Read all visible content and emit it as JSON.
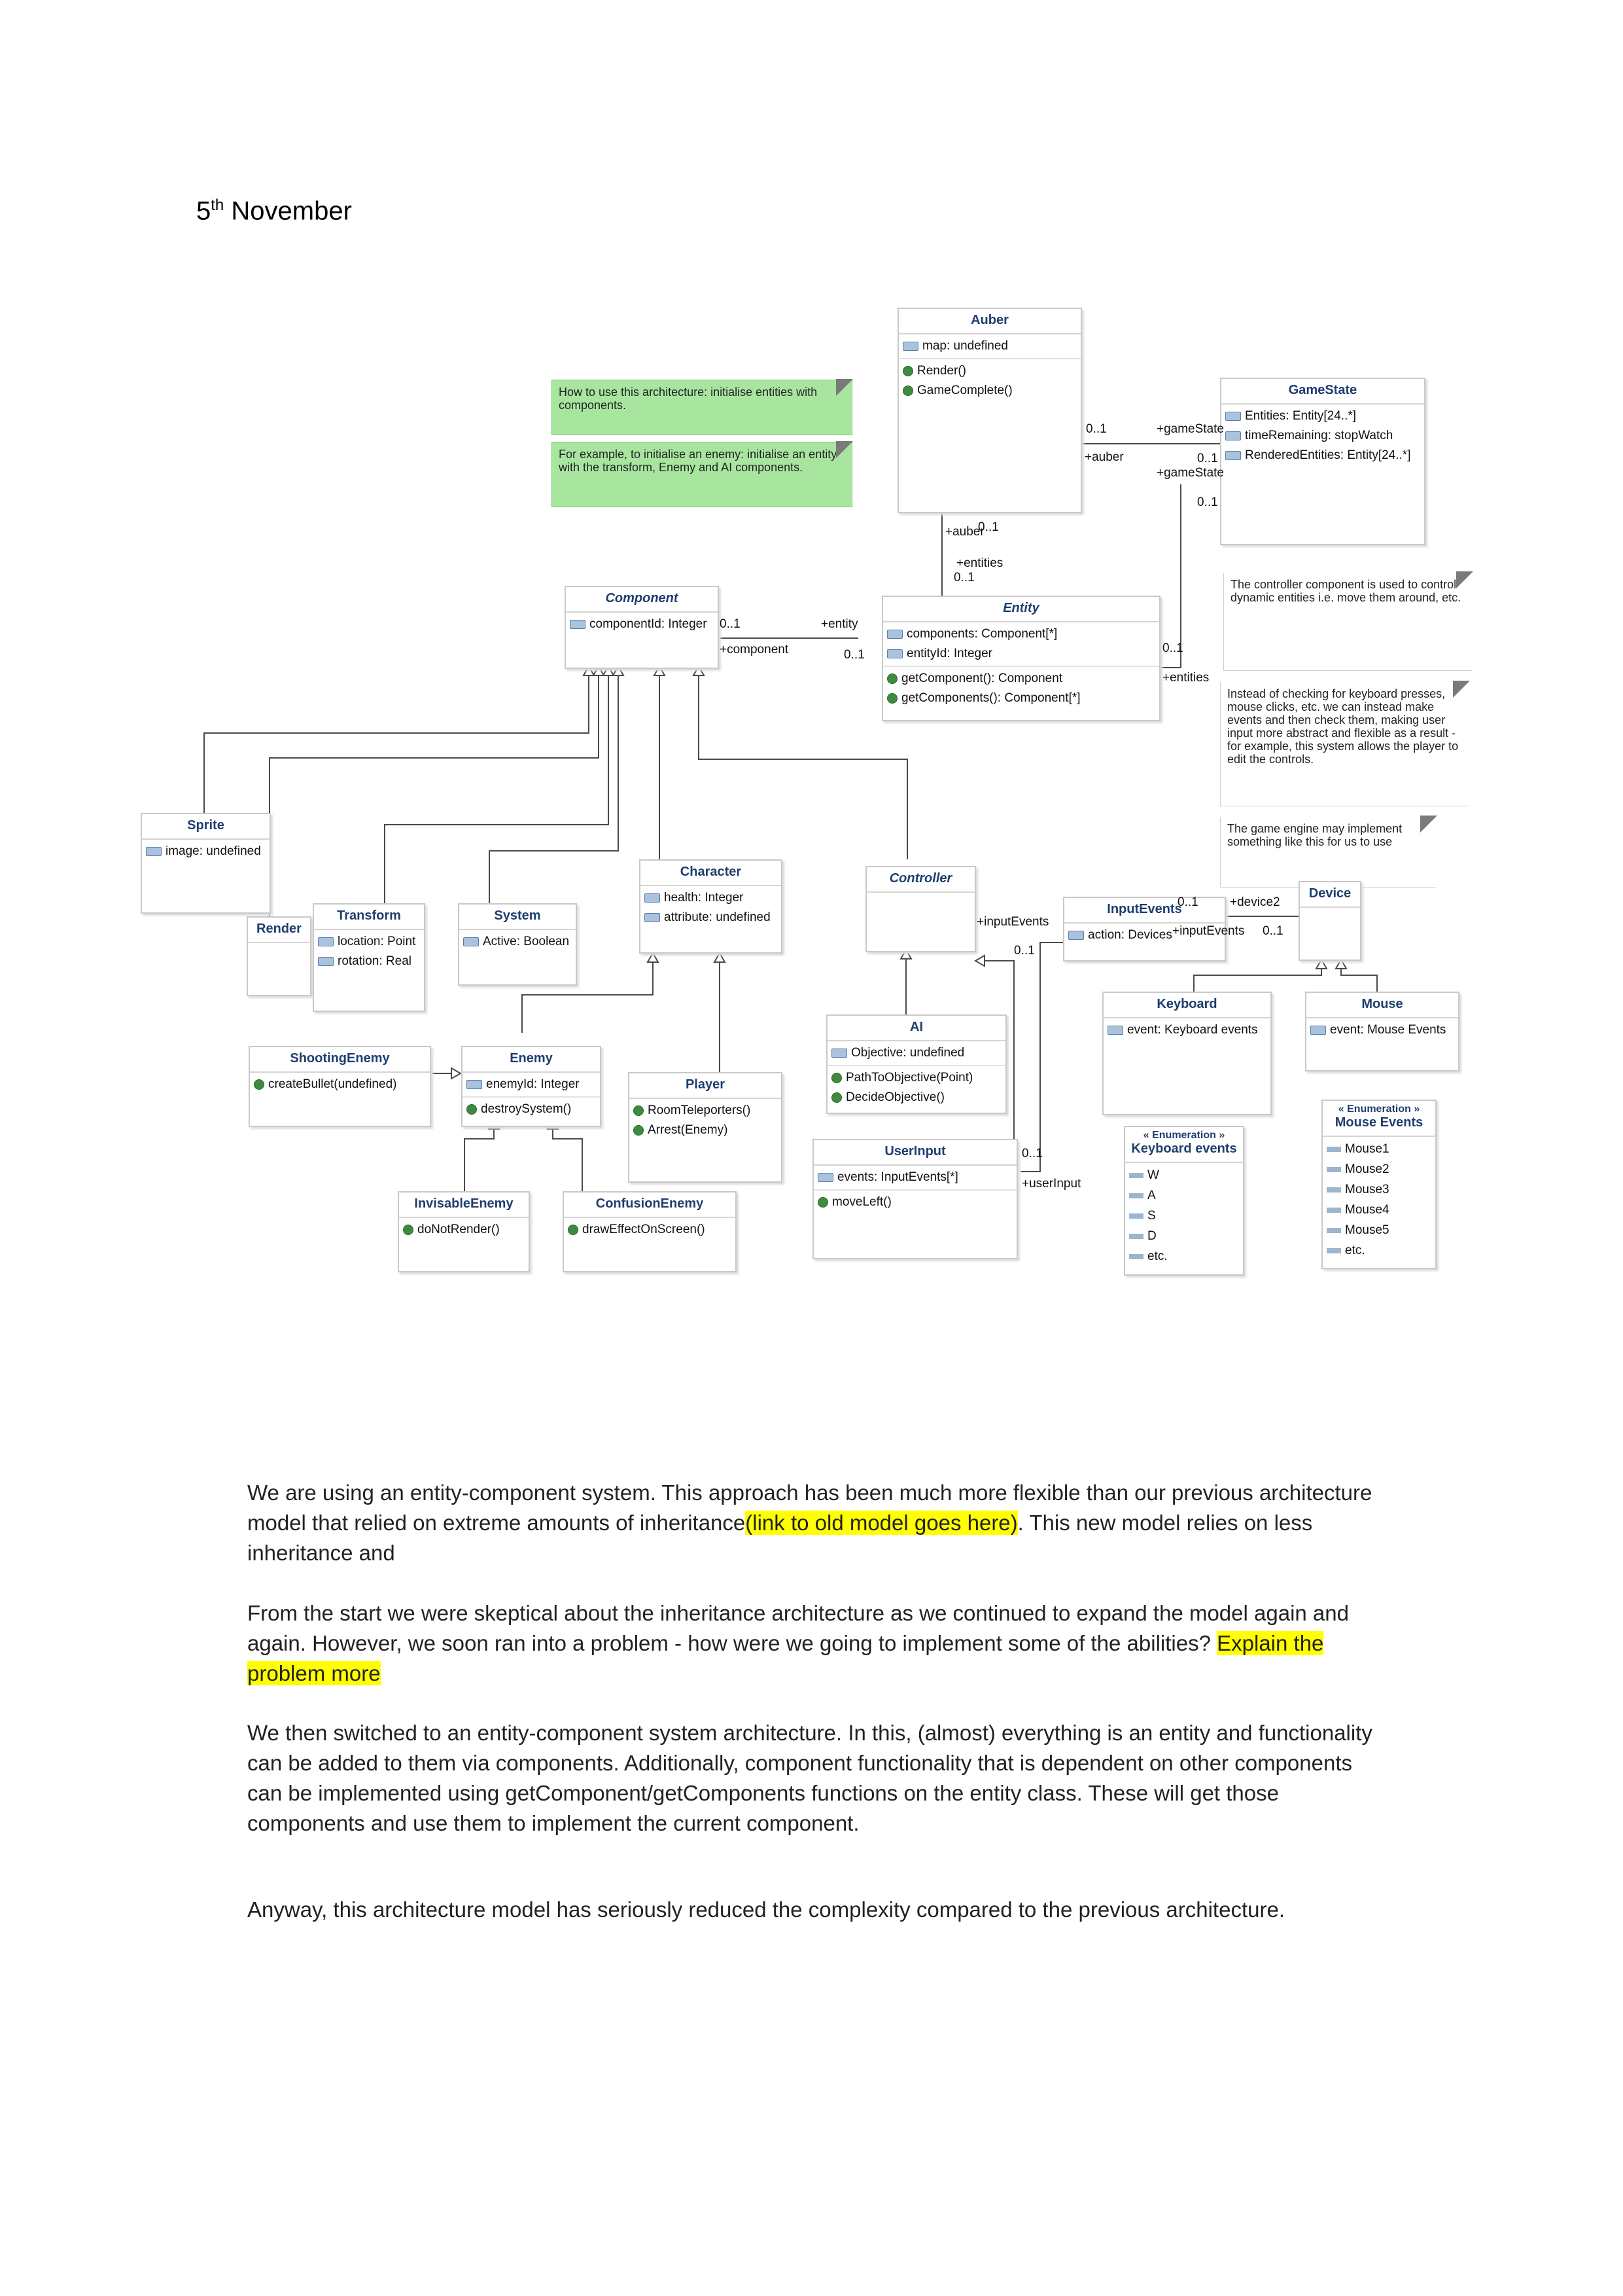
{
  "date": {
    "day": "5",
    "suffix": "th",
    "month": "November"
  },
  "diagram": {
    "classes": {
      "auber": {
        "name": "Auber",
        "attrs": [
          "map: undefined"
        ],
        "ops": [
          "Render()",
          "GameComplete()"
        ]
      },
      "gamestate": {
        "name": "GameState",
        "attrs": [
          "Entities: Entity[24..*]",
          "timeRemaining: stopWatch",
          "RenderedEntities: Entity[24..*]"
        ]
      },
      "component": {
        "name": "Component",
        "attrs": [
          "componentId: Integer"
        ]
      },
      "entity": {
        "name": "Entity",
        "attrs": [
          "components: Component[*]",
          "entityId: Integer"
        ],
        "ops": [
          "getComponent(): Component",
          "getComponents(): Component[*]"
        ]
      },
      "sprite": {
        "name": "Sprite",
        "attrs": [
          "image: undefined"
        ]
      },
      "render": {
        "name": "Render"
      },
      "transform": {
        "name": "Transform",
        "attrs": [
          "location: Point",
          "rotation: Real"
        ]
      },
      "system": {
        "name": "System",
        "attrs": [
          "Active: Boolean"
        ]
      },
      "character": {
        "name": "Character",
        "attrs": [
          "health: Integer",
          "attribute: undefined"
        ]
      },
      "controller": {
        "name": "Controller"
      },
      "inputevents": {
        "name": "InputEvents",
        "attrs": [
          "action: Devices"
        ]
      },
      "device": {
        "name": "Device"
      },
      "keyboard": {
        "name": "Keyboard",
        "attrs": [
          "event: Keyboard events"
        ]
      },
      "mouse": {
        "name": "Mouse",
        "attrs": [
          "event: Mouse Events"
        ]
      },
      "shootingenemy": {
        "name": "ShootingEnemy",
        "ops": [
          "createBullet(undefined)"
        ]
      },
      "enemy": {
        "name": "Enemy",
        "attrs": [
          "enemyId: Integer"
        ],
        "ops": [
          "destroySystem()"
        ]
      },
      "player": {
        "name": "Player",
        "ops": [
          "RoomTeleporters()",
          "Arrest(Enemy)"
        ]
      },
      "ai": {
        "name": "AI",
        "attrs": [
          "Objective: undefined"
        ],
        "ops": [
          "PathToObjective(Point)",
          "DecideObjective()"
        ]
      },
      "userinput": {
        "name": "UserInput",
        "attrs": [
          "events: InputEvents[*]"
        ],
        "ops": [
          "moveLeft()"
        ]
      },
      "invisableenemy": {
        "name": "InvisableEnemy",
        "ops": [
          "doNotRender()"
        ]
      },
      "confusionenemy": {
        "name": "ConfusionEnemy",
        "ops": [
          "drawEffectOnScreen()"
        ]
      },
      "keyboardevents": {
        "stereotype": "« Enumeration »",
        "name": "Keyboard events",
        "literals": [
          "W",
          "A",
          "S",
          "D",
          "etc."
        ]
      },
      "mouseevents": {
        "stereotype": "« Enumeration »",
        "name": "Mouse Events",
        "literals": [
          "Mouse1",
          "Mouse2",
          "Mouse3",
          "Mouse4",
          "Mouse5",
          "etc."
        ]
      }
    },
    "notes": {
      "n1": "How to use this architecture: initialise entities with components.",
      "n2": "For example, to initialise an enemy: initialise an entity with the transform, Enemy and AI components.",
      "n3": "The controller component is used to control dynamic entities i.e. move them around, etc.",
      "n4": "Instead of checking for keyboard presses, mouse clicks, etc. we can instead make events and then check them, making user input more abstract and flexible as a result - for example, this system allows the player to edit the controls.",
      "n5": "The game engine may implement something like this for us to use"
    },
    "labels": {
      "a_auber_01": "0..1",
      "a_gamestate_role": "+gameState",
      "a_auber_role": "+auber",
      "a_gs_01": "0..1",
      "a_gs_role2": "+gameState",
      "a_gs_01b": "0..1",
      "a_auber_role2": "+auber",
      "a_auber_01b": "0..1",
      "a_entities_role": "+entities",
      "a_entities_01": "0..1",
      "a_comp_01": "0..1",
      "a_entity_role": "+entity",
      "a_component_role": "+component",
      "a_ent_01": "0..1",
      "a_ent_01b": "0..1",
      "a_entities_role2": "+entities",
      "a_inputevents_role": "+inputEvents",
      "a_ie_01": "0..1",
      "a_ie_01b": "0..1",
      "a_device2_role": "+device2",
      "a_inputevents_role2": "+inputEvents",
      "a_ie_01c": "0..1",
      "a_ui_01": "0..1",
      "a_userinput_role": "+userInput"
    }
  },
  "text": {
    "p1": {
      "a": "We are using an entity-component system. This approach has been much more flexible than our previous architecture model that relied on extreme amounts of inheritance",
      "hl": "(link to old model goes here)",
      "b": ". This new model relies on less inheritance and"
    },
    "p2": {
      "a": "From the start we were skeptical about the inheritance architecture as we continued to expand the model again and again. However, we soon ran into a problem - how were we going to implement some of the abilities? ",
      "hl": "Explain the problem more"
    },
    "p3": "We then switched to an entity-component system architecture. In this, (almost) everything is an entity and functionality can be added to them via components. Additionally, component functionality that is dependent on other components can be implemented using getComponent/getComponents functions on the entity class. These will get those components and use them to implement the current component.",
    "p4": "Anyway, this architecture model has seriously reduced the complexity compared to the previous architecture."
  }
}
